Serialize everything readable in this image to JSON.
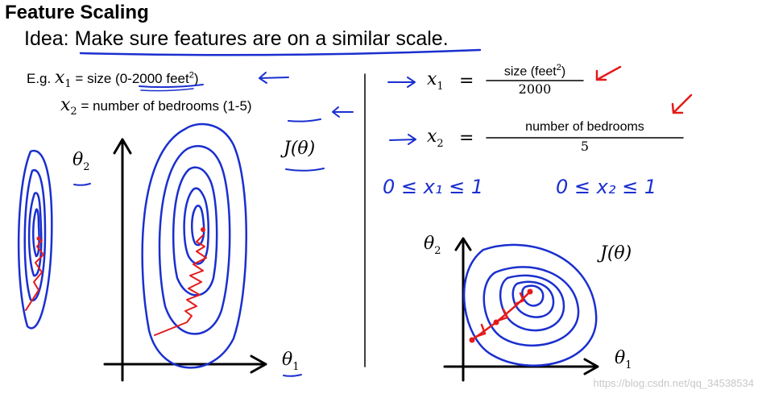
{
  "title": "Feature Scaling",
  "idea": {
    "label": "Idea:",
    "text": "Make sure features are on a similar scale."
  },
  "example": {
    "prefix": "E.g.",
    "x1_var": "x",
    "x1_sub": "1",
    "x1_text_a": "= size (",
    "x1_range": "0-2000",
    "x1_text_b": "feet",
    "x1_sup": "2",
    "x1_text_c": ")",
    "x2_var": "x",
    "x2_sub": "2",
    "x2_text_a": "= number of bedrooms (",
    "x2_range": "1-5",
    "x2_text_c": ")"
  },
  "left_plot": {
    "theta2": "θ",
    "theta2_sub": "2",
    "theta1": "θ",
    "theta1_sub": "1",
    "cost": "J(θ)"
  },
  "right_side": {
    "x1_lhs": "x",
    "x1_sub": "1",
    "x1_num": "size (feet",
    "x1_num_sup": "2",
    "x1_num_close": ")",
    "x1_den": "2000",
    "x2_lhs": "x",
    "x2_sub": "2",
    "x2_num": "number of bedrooms",
    "x2_den": "5",
    "eq": "=",
    "ineq1": "0 ≤ x₁ ≤ 1",
    "ineq2": "0 ≤ x₂ ≤ 1"
  },
  "right_plot": {
    "theta2": "θ",
    "theta2_sub": "2",
    "theta1": "θ",
    "theta1_sub": "1",
    "cost": "J(θ)"
  },
  "watermark": "https://blog.csdn.net/qq_34538534",
  "colors": {
    "ink": "#1a2fcf",
    "red": "#e41b1b",
    "black": "#000000"
  }
}
